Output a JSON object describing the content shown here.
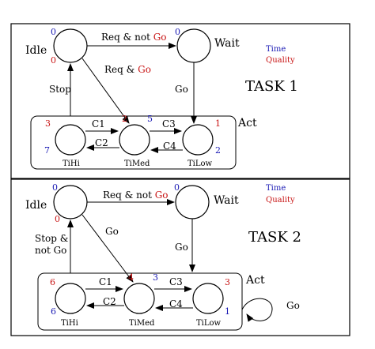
{
  "colors": {
    "time": "#1a1ab4",
    "quality": "#c81414",
    "ink": "#000000"
  },
  "legend": {
    "time": "Time",
    "quality": "Quality"
  },
  "task1": {
    "title": "TASK 1",
    "states": {
      "idle": "Idle",
      "wait": "Wait",
      "act": "Act"
    },
    "nodes": {
      "tihi": "TiHi",
      "timed": "TiMed",
      "tilow": "TiLow"
    },
    "edges": {
      "idle_wait": {
        "text": "Req & not ",
        "go": "Go"
      },
      "idle_timed": {
        "text": "Req & ",
        "go": "Go"
      },
      "wait_act": {
        "go": "Go"
      },
      "stop": "Stop",
      "c1": "C1",
      "c2": "C2",
      "c3": "C3",
      "c4": "C4"
    },
    "numbers": {
      "idle_time": "0",
      "idle_quality": "0",
      "wait_time": "0",
      "tihi_quality": "3",
      "tihi_time": "7",
      "timed_quality": "2",
      "timed_time": "5",
      "tilow_quality": "1",
      "tilow_time": "2"
    }
  },
  "task2": {
    "title": "TASK 2",
    "states": {
      "idle": "Idle",
      "wait": "Wait",
      "act": "Act"
    },
    "nodes": {
      "tihi": "TiHi",
      "timed": "TiMed",
      "tilow": "TiLow"
    },
    "edges": {
      "idle_wait": {
        "text": "Req & not ",
        "go": "Go"
      },
      "idle_timed": {
        "go": "Go"
      },
      "wait_act": {
        "go": "Go"
      },
      "stop": {
        "line1": "Stop &",
        "line2": "not Go"
      },
      "c1": "C1",
      "c2": "C2",
      "c3": "C3",
      "c4": "C4",
      "self_loop": {
        "go": "Go"
      }
    },
    "numbers": {
      "idle_time": "0",
      "idle_quality": "0",
      "wait_time": "0",
      "tihi_quality": "6",
      "tihi_time": "6",
      "timed_quality": "4",
      "timed_time": "3",
      "tilow_quality": "3",
      "tilow_time": "1"
    }
  }
}
